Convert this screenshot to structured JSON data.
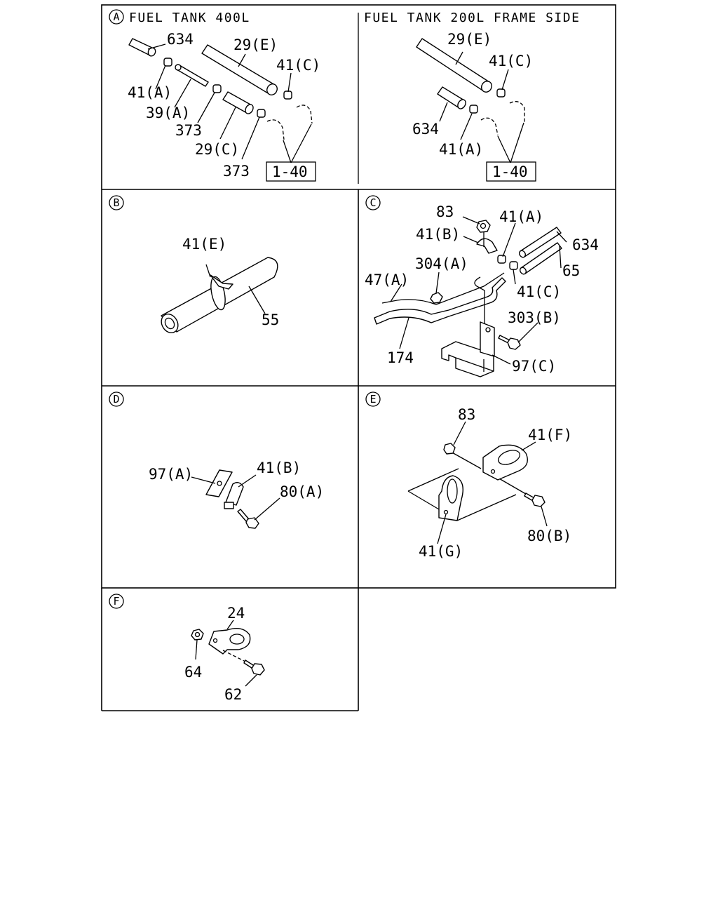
{
  "panels": {
    "a": {
      "marker": "A",
      "title": "FUEL TANK 400L",
      "labels": [
        "634",
        "29(E)",
        "41(C)",
        "41(A)",
        "39(A)",
        "373",
        "29(C)",
        "373"
      ],
      "ref": "1-40"
    },
    "a2": {
      "title": "FUEL TANK 200L FRAME SIDE",
      "labels": [
        "29(E)",
        "41(C)",
        "634",
        "41(A)"
      ],
      "ref": "1-40"
    },
    "b": {
      "marker": "B",
      "labels": [
        "41(E)",
        "55"
      ]
    },
    "c": {
      "marker": "C",
      "labels": [
        "83",
        "41(A)",
        "41(B)",
        "634",
        "304(A)",
        "65",
        "47(A)",
        "41(C)",
        "303(B)",
        "174",
        "97(C)"
      ]
    },
    "d": {
      "marker": "D",
      "labels": [
        "97(A)",
        "41(B)",
        "80(A)"
      ]
    },
    "e": {
      "marker": "E",
      "labels": [
        "83",
        "41(F)",
        "80(B)",
        "41(G)"
      ]
    },
    "f": {
      "marker": "F",
      "labels": [
        "24",
        "64",
        "62"
      ]
    }
  }
}
